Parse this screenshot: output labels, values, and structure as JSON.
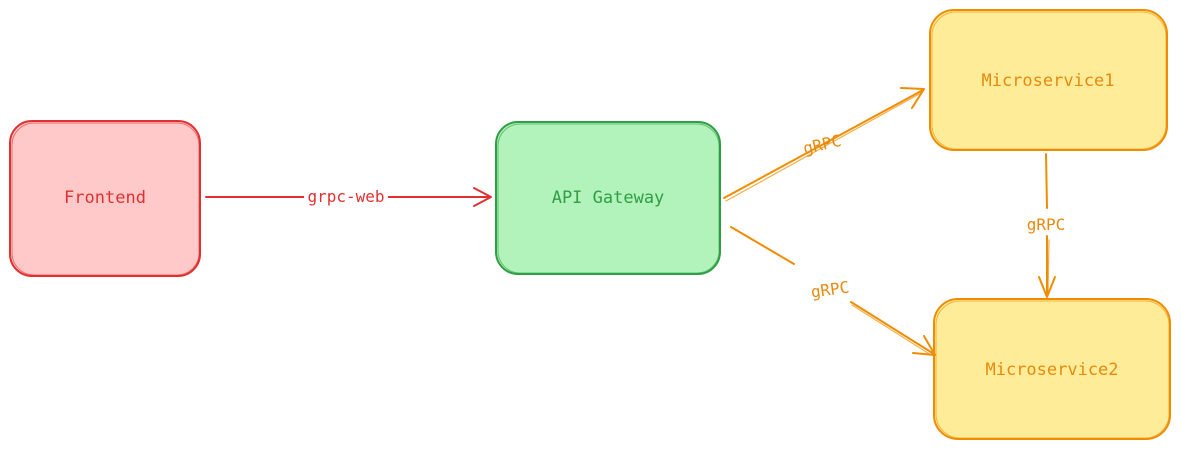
{
  "diagram": {
    "nodes": {
      "frontend": {
        "label": "Frontend",
        "fill": "#ffc9c9",
        "stroke": "#e03131"
      },
      "gateway": {
        "label": "API Gateway",
        "fill": "#b2f2bb",
        "stroke": "#2f9e44"
      },
      "microservice1": {
        "label": "Microservice1",
        "fill": "#ffec99",
        "stroke": "#f08c00"
      },
      "microservice2": {
        "label": "Microservice2",
        "fill": "#ffec99",
        "stroke": "#f08c00"
      }
    },
    "edges": {
      "frontend_to_gateway": {
        "from": "Frontend",
        "to": "API Gateway",
        "label": "grpc-web",
        "color": "#e03131"
      },
      "gateway_to_ms1": {
        "from": "API Gateway",
        "to": "Microservice1",
        "label": "gRPC",
        "color": "#f08c00"
      },
      "gateway_to_ms2": {
        "from": "API Gateway",
        "to": "Microservice2",
        "label": "gRPC",
        "color": "#f08c00"
      },
      "ms1_to_ms2": {
        "from": "Microservice1",
        "to": "Microservice2",
        "label": "gRPC",
        "color": "#f08c00"
      }
    }
  }
}
